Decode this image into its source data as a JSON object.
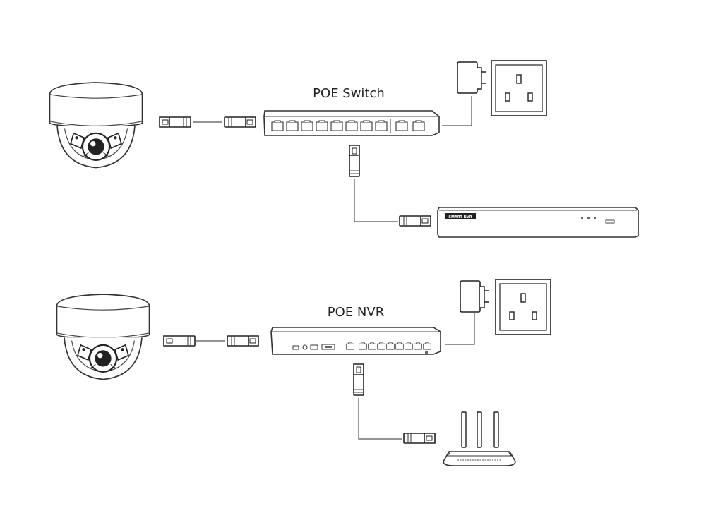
{
  "diagram": {
    "top": {
      "switch_label": "POE Switch",
      "nvr_badge": "SMART NVR"
    },
    "bottom": {
      "nvr_label": "POE NVR"
    }
  }
}
